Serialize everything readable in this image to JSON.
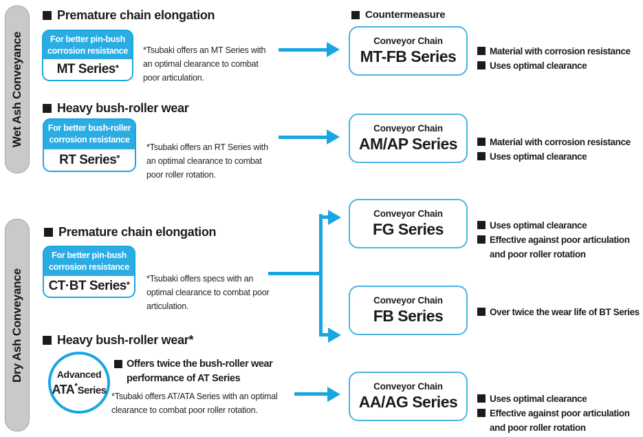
{
  "sidebar": {
    "wet": "Wet Ash Conveyance",
    "dry": "Dry Ash Conveyance"
  },
  "headings": {
    "countermeasure": "Countermeasure",
    "wet_problem_1": "Premature chain elongation",
    "wet_problem_2": "Heavy bush-roller wear",
    "dry_problem_1": "Premature chain elongation",
    "dry_problem_2": "Heavy bush-roller wear*"
  },
  "problem_tags": {
    "mt": {
      "headline": "For better pin-bush\ncorrosion resistance",
      "series": "MT Series",
      "asterisk": "*"
    },
    "rt": {
      "headline": "For better bush-roller\ncorrosion resistance",
      "series": "RT Series",
      "asterisk": "*"
    },
    "ctbt": {
      "headline": "For better pin-bush\ncorrosion resistance",
      "series": "CT·BT Series",
      "asterisk": "*"
    }
  },
  "ata_badge": {
    "line1": "Advanced",
    "series": "ATA",
    "asterisk": "*",
    "line2": "Series"
  },
  "ata_benefit": "Offers twice the bush-roller wear\nperformance of AT Series",
  "footnotes": {
    "mt": "*Tsubaki offers an MT Series with\nan optimal clearance to combat\npoor articulation.",
    "rt": "*Tsubaki offers an RT Series with\nan optimal clearance to combat\npoor roller rotation.",
    "ctbt": "*Tsubaki offers specs with an\noptimal clearance to combat poor\narticulation.",
    "ata": "*Tsubaki offers AT/ATA Series with an optimal\nclearance to combat poor roller rotation."
  },
  "counter_boxes": {
    "mtfb": {
      "category": "Conveyor Chain",
      "series": "MT-FB Series"
    },
    "amap": {
      "category": "Conveyor Chain",
      "series": "AM/AP Series"
    },
    "fg": {
      "category": "Conveyor Chain",
      "series": "FG Series"
    },
    "fb": {
      "category": "Conveyor Chain",
      "series": "FB Series"
    },
    "aaag": {
      "category": "Conveyor Chain",
      "series": "AA/AG Series"
    }
  },
  "benefits": {
    "mtfb": [
      "Material with corrosion resistance",
      "Uses optimal clearance"
    ],
    "amap": [
      "Material with corrosion resistance",
      "Uses optimal clearance"
    ],
    "fg": [
      "Uses optimal clearance",
      "Effective against poor articulation\nand poor roller rotation"
    ],
    "fb": [
      "Over twice the wear life of BT Series"
    ],
    "aaag": [
      "Uses optimal clearance",
      "Effective against poor articulation\nand poor roller rotation"
    ]
  },
  "colors": {
    "cyan": "#18a6e2",
    "tag_blue": "#2bace3",
    "bar_gray": "#c9c9c9"
  }
}
